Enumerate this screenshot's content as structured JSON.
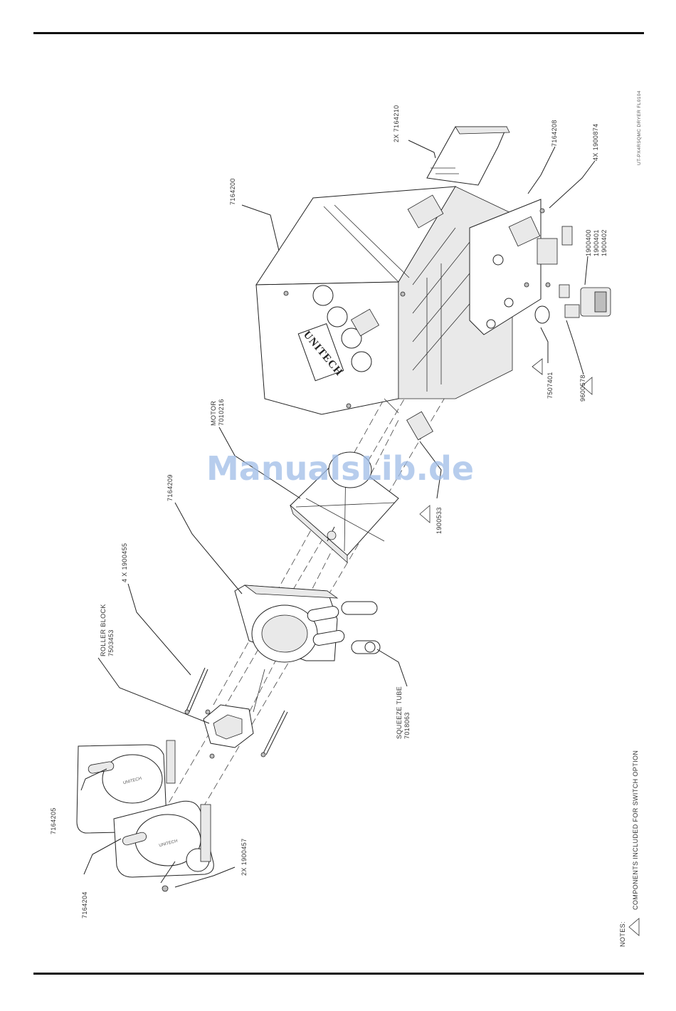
{
  "labels": {
    "p7164200": "7164200",
    "p7164210": "2X  7164210",
    "p7164208": "7164208",
    "p1900874": "4X  1900874",
    "p1900400": "1900400",
    "p1900401": "1900401",
    "p1900402": "1900402",
    "p7507401": "7507401",
    "p9600578": "9600578",
    "motor": "MOTOR",
    "p7010216": "7010216",
    "p1900533": "1900533",
    "p7164209": "7164209",
    "p1900455": "4 X  1900455",
    "roller_block": "ROLLER BLOCK",
    "p7503453": "7503453",
    "squeeze_tube": "SQUEEZE TUBE",
    "p7018063": "7018063",
    "p7164205": "7164205",
    "p7164204": "7164204",
    "p1900457": "2X  1900457",
    "brand": "UNITECH",
    "notes": "NOTES:",
    "note1": "COMPONENTS INCLUDED FOR SWITCH OPTION",
    "drawing_ref": "UT-PX4RSQMC  DRYER  FL0104"
  },
  "watermark": "ManualsLib.de"
}
